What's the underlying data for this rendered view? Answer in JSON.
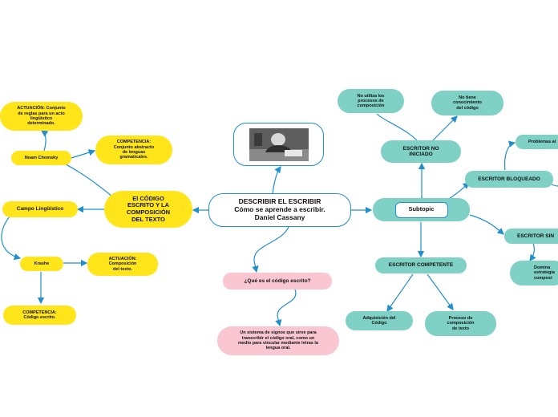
{
  "central": {
    "title": "DESCRIBIR EL ESCRIBIR\nCómo se aprende a escribir.\nDaniel Cassany"
  },
  "image": {
    "icon": "writer-photo"
  },
  "left": {
    "codigo": "El CÓDIGO\nESCRITO Y LA\nCOMPOSICIÓN\nDEL TEXTO",
    "campo": "Campo Lingüístico",
    "chomsky": "Noam Chomsky",
    "actuacion_chomsky": "ACTUACIÓN: Conjunto\nde reglas para un acto\nlingüístico\ndeterminado.",
    "competencia_chomsky": "COMPETENCIA:\nConjunto abstracto\nde lenguas\ngramaticales.",
    "krashe": "Krashe",
    "actuacion_krashe": "ACTUACIÓN:\nComposición\ndel texto.",
    "competencia_krashe": "COMPETENCIA:\nCódigo escrito."
  },
  "bottom": {
    "question": "¿Qué es el código escrito?",
    "answer": "Un sistema de signos que sirve para\ntranscribir el código oral, como un\nmedio para vincular mediante letras la\nlengua oral."
  },
  "right": {
    "subtopic": "Subtopic",
    "no_iniciado": "ESCRITOR NO\nINICIADO",
    "no_utiliza": "No utiliza los\nprocesos de\ncomposición",
    "no_tiene": "No tiene\nconocimiento\ndel código",
    "bloqueado": "ESCRITOR BLOQUEADO",
    "problemas": "Problemas al",
    "escritor_sin": "ESCRITOR SIN",
    "domina": "Domina\nestrategia\ncomposi",
    "competente": "ESCRITOR COMPETENTE",
    "adquisicion": "Adquisición del\nCódigo",
    "proceso": "Proceso de\ncomposición\nde texto"
  },
  "colors": {
    "line": "#1f8fd0",
    "yellow": "#ffe51a",
    "teal": "#7fd1c5",
    "pink": "#f9c6d2"
  }
}
